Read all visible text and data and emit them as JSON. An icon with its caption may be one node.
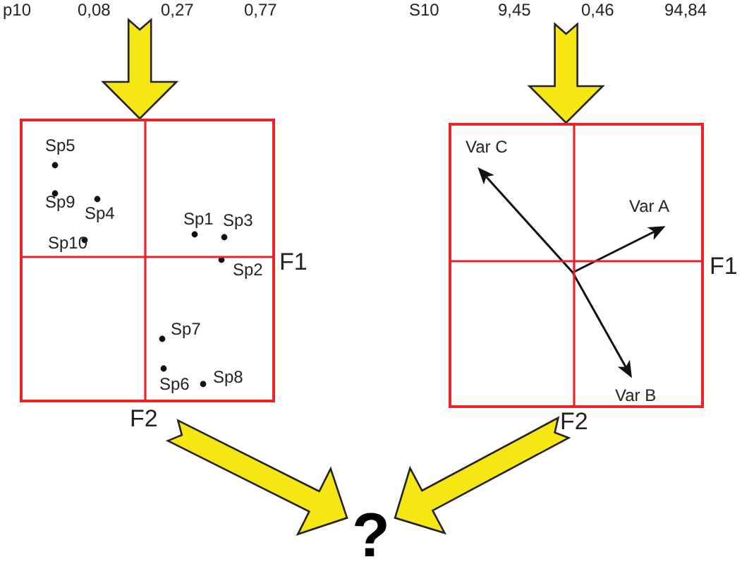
{
  "diagram": {
    "nodes": [
      {
        "text": [],
        "shape": "box",
        "beside": [
          "F1",
          "F2"
        ]
      },
      {
        "text": [],
        "shape": "box",
        "beside": [
          "F1",
          "F2"
        ]
      },
      {
        "text": [
          "?"
        ]
      }
    ],
    "edges": [
      {
        "from": null,
        "to": 0,
        "arrow": "to"
      },
      {
        "from": null,
        "to": 1,
        "arrow": "to"
      },
      {
        "from": 0,
        "to": 2,
        "arrow": "to"
      },
      {
        "from": 1,
        "to": 2,
        "arrow": "to"
      }
    ],
    "labels": [
      "p10",
      "0,08",
      "0,27",
      "0,77",
      "S10",
      "9,45",
      "0,46",
      "94,84",
      "Sp5",
      "Sp9",
      "Sp4",
      "Sp10",
      "Sp1",
      "Sp3",
      "Sp2",
      "Sp7",
      "Sp6",
      "Sp8",
      "Var C",
      "Var A",
      "Var B"
    ]
  }
}
